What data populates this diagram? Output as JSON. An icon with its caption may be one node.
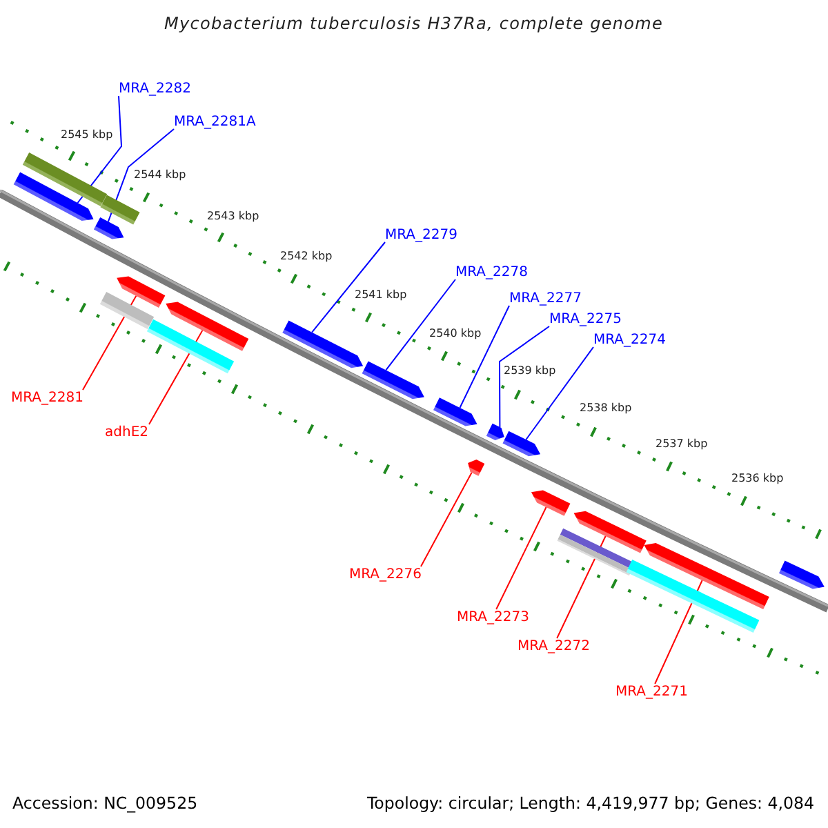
{
  "diagram": {
    "title": "Mycobacterium tuberculosis H37Ra, complete genome",
    "nodes": [
      {
        "text": [
          "MRA_2282"
        ]
      },
      {
        "text": [
          "MRA_2281A"
        ]
      },
      {
        "text": [
          "MRA_2279"
        ]
      },
      {
        "text": [
          "MRA_2278"
        ]
      },
      {
        "text": [
          "MRA_2277"
        ]
      },
      {
        "text": [
          "MRA_2275"
        ]
      },
      {
        "text": [
          "MRA_2274"
        ]
      },
      {
        "text": [
          "MRA_2281"
        ]
      },
      {
        "text": [
          "adhE2"
        ]
      },
      {
        "text": [
          "MRA_2276"
        ]
      },
      {
        "text": [
          "MRA_2273"
        ]
      },
      {
        "text": [
          "MRA_2272"
        ]
      },
      {
        "text": [
          "MRA_2271"
        ]
      },
      {
        "text": [],
        "shape": "pentagon"
      },
      {
        "text": [],
        "shape": "bar"
      },
      {
        "text": [],
        "shape": "pentagon"
      },
      {
        "text": [],
        "shape": "bar"
      },
      {
        "text": [],
        "shape": "bar"
      },
      {
        "text": [],
        "shape": "pentagon"
      },
      {
        "text": [],
        "shape": "bar"
      },
      {
        "text": [],
        "shape": "pentagon"
      },
      {
        "text": [],
        "shape": "pentagon"
      },
      {
        "text": [],
        "shape": "pentagon"
      },
      {
        "text": [],
        "shape": "pentagon"
      },
      {
        "text": [],
        "shape": "pentagon"
      },
      {
        "text": [],
        "shape": "pentagon"
      },
      {
        "text": [],
        "shape": "pentagon"
      },
      {
        "text": [],
        "shape": "pentagon"
      },
      {
        "text": [],
        "shape": "bar"
      },
      {
        "text": [],
        "shape": "pentagon"
      },
      {
        "text": [],
        "shape": "bar"
      },
      {
        "text": [],
        "shape": "pentagon"
      },
      {
        "text": [],
        "shape": "pentagon"
      }
    ],
    "edges": [
      {
        "from": 0,
        "to": 13,
        "arrow": "none"
      },
      {
        "from": 1,
        "to": 15,
        "arrow": "none"
      },
      {
        "from": 2,
        "to": 21,
        "arrow": "none"
      },
      {
        "from": 3,
        "to": 22,
        "arrow": "none"
      },
      {
        "from": 4,
        "to": 23,
        "arrow": "none"
      },
      {
        "from": 5,
        "to": 25,
        "arrow": "none"
      },
      {
        "from": 6,
        "to": 26,
        "arrow": "none"
      },
      {
        "from": 7,
        "to": 18,
        "arrow": "none",
        "color": "#ff0000"
      },
      {
        "from": 8,
        "to": 20,
        "arrow": "none",
        "color": "#ff0000"
      },
      {
        "from": 9,
        "to": 24,
        "arrow": "none",
        "color": "#ff0000"
      },
      {
        "from": 10,
        "to": 27,
        "arrow": "none",
        "color": "#ff0000"
      },
      {
        "from": 11,
        "to": 29,
        "arrow": "none",
        "color": "#ff0000"
      },
      {
        "from": 12,
        "to": 31,
        "arrow": "none",
        "color": "#ff0000"
      }
    ],
    "labels": [
      "2545 kbp",
      "2544 kbp",
      "2543 kbp",
      "2542 kbp",
      "2541 kbp",
      "2540 kbp",
      "2539 kbp",
      "2538 kbp",
      "2537 kbp",
      "2536 kbp",
      "Accession: NC_009525",
      "Topology: circular; Length: 4,419,977 bp; Genes: 4,084"
    ]
  }
}
